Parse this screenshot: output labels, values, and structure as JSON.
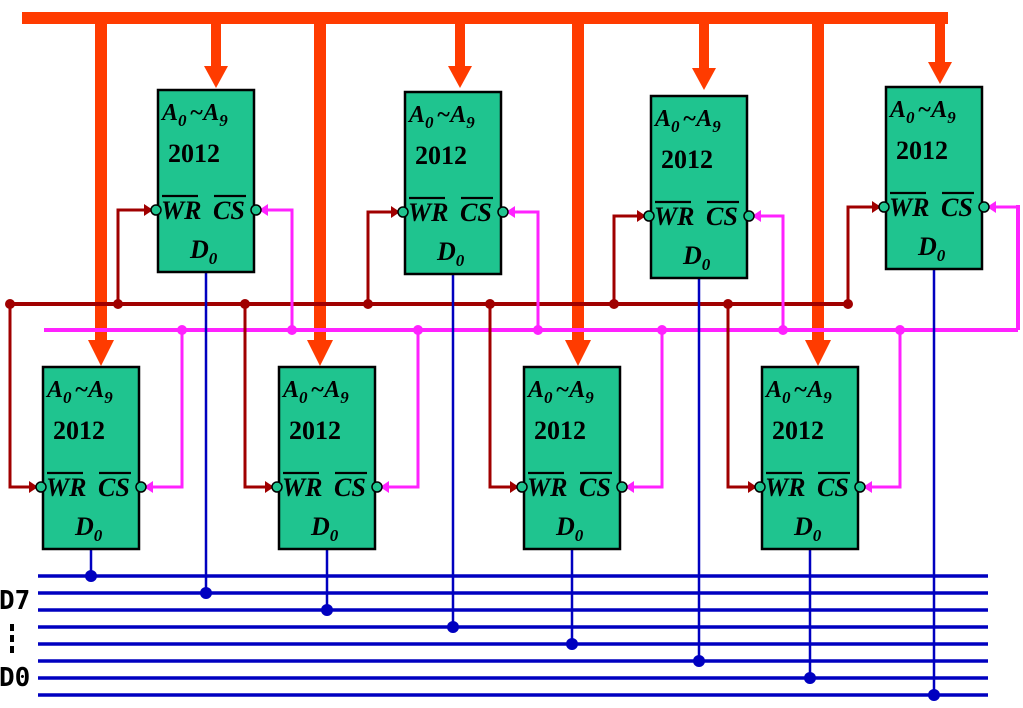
{
  "chip": {
    "addr_pin_1": "A",
    "addr_pin_1_sub": "0",
    "addr_range_sep": "~",
    "addr_pin_2": "A",
    "addr_pin_2_sub": "9",
    "part_number": "2012",
    "write_pin": "WR",
    "chip_select_pin": "CS",
    "data_pin": "D",
    "data_pin_sub": "0"
  },
  "chip_count": 8,
  "data_bus": {
    "line_count": 8,
    "top_label": "D7",
    "bottom_label": "D0"
  },
  "colors": {
    "address_bus": "#ff3b00",
    "write_enable": "#a00000",
    "chip_select": "#ff22ff",
    "data_bus": "#0000c0",
    "chip_fill": "#1fc48f",
    "connector_dot": "#1fc48f"
  }
}
